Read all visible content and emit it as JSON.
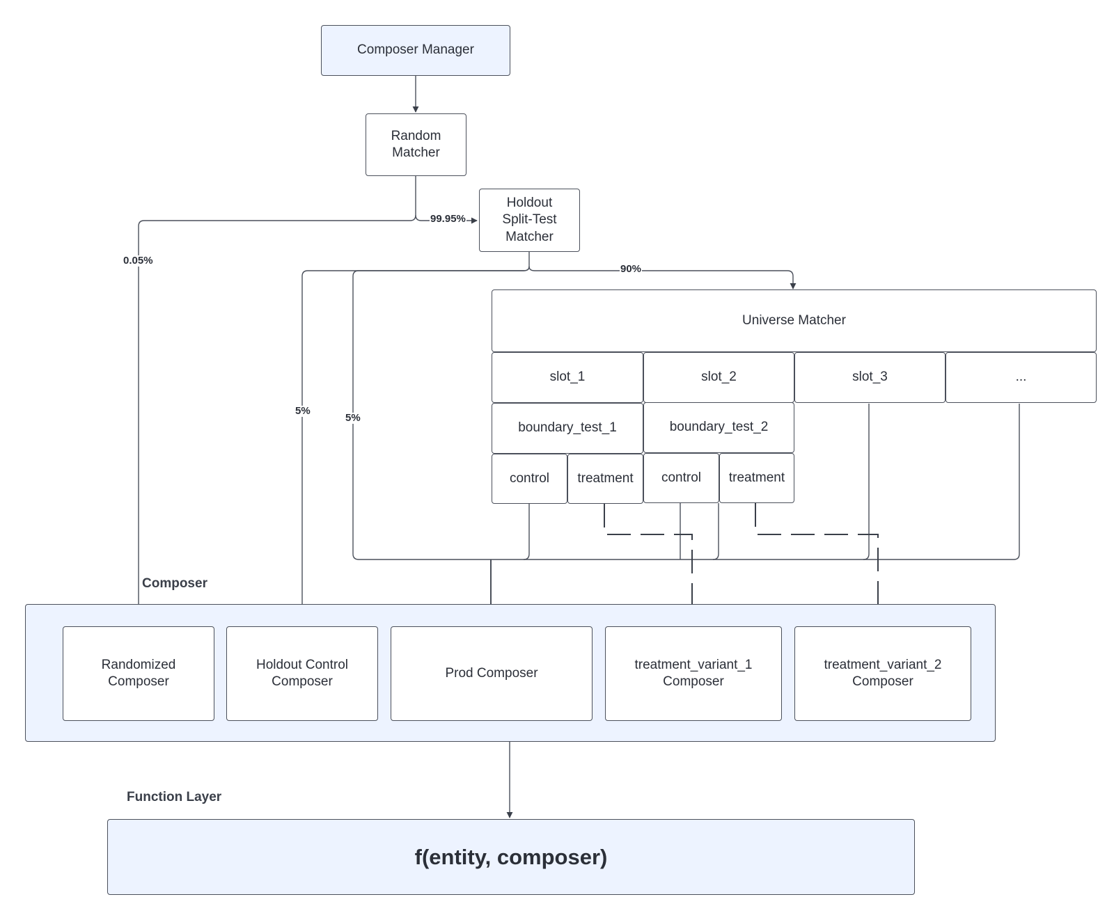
{
  "nodes": {
    "composer_manager": "Composer Manager",
    "random_matcher": "Random\nMatcher",
    "holdout_matcher": "Holdout\nSplit-Test\nMatcher",
    "universe_matcher": "Universe Matcher",
    "slots": [
      "slot_1",
      "slot_2",
      "slot_3",
      "..."
    ],
    "boundary_tests": [
      "boundary_test_1",
      "boundary_test_2"
    ],
    "arms": [
      "control",
      "treatment",
      "control",
      "treatment"
    ]
  },
  "edge_labels": {
    "p_0_05": "0.05%",
    "p_99_95": "99.95%",
    "p_90": "90%",
    "p_5_a": "5%",
    "p_5_b": "5%"
  },
  "composer_section": {
    "label": "Composer",
    "composers": [
      "Randomized\nComposer",
      "Holdout Control\nComposer",
      "Prod Composer",
      "treatment_variant_1\nComposer",
      "treatment_variant_2\nComposer"
    ]
  },
  "function_layer": {
    "label": "Function Layer",
    "formula": "f(entity, composer)"
  }
}
